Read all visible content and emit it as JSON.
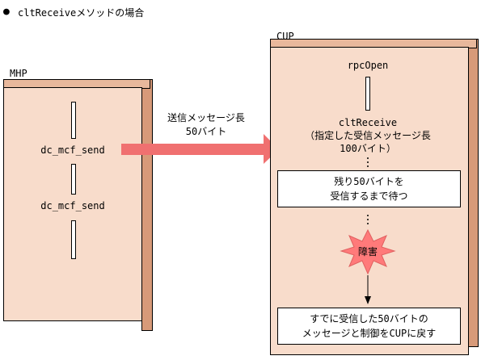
{
  "header": {
    "bullet": "●",
    "title": "cltReceiveメソッドの場合"
  },
  "mhp": {
    "label": "MHP",
    "call1": "dc_mcf_send",
    "call2": "dc_mcf_send"
  },
  "arrow_label": {
    "line1": "送信メッセージ長",
    "line2": "50バイト"
  },
  "cup": {
    "label": "CUP",
    "rpc_open": "rpcOpen",
    "clt_receive": "cltReceive",
    "clt_receive_arg1": "（指定した受信メッセージ長",
    "clt_receive_arg2": "100バイト）",
    "wait_line1": "残り50バイトを",
    "wait_line2": "受信するまで待つ",
    "fault": "障害",
    "return_line1": "すでに受信した50バイトの",
    "return_line2": "メッセージと制御をCUPに戻す"
  },
  "colors": {
    "box_face": "#f8dccb",
    "box_side": "#d79a79",
    "arrow": "#f07070",
    "burst": "#ff7a7a"
  }
}
